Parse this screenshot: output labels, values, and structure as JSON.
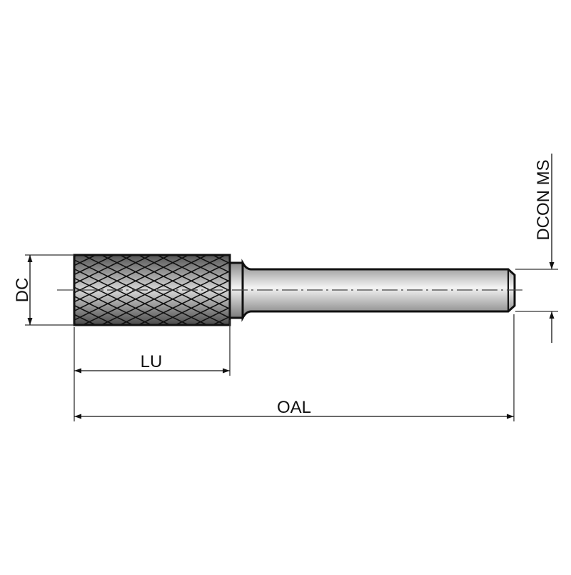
{
  "title": "Cylindrical carbide burr dimension drawing",
  "labels": {
    "dc": "DC",
    "lu": "LU",
    "oal": "OAL",
    "dcon": "DCON MS"
  },
  "colors": {
    "line": "#1a1a1a",
    "dim": "#333333"
  }
}
